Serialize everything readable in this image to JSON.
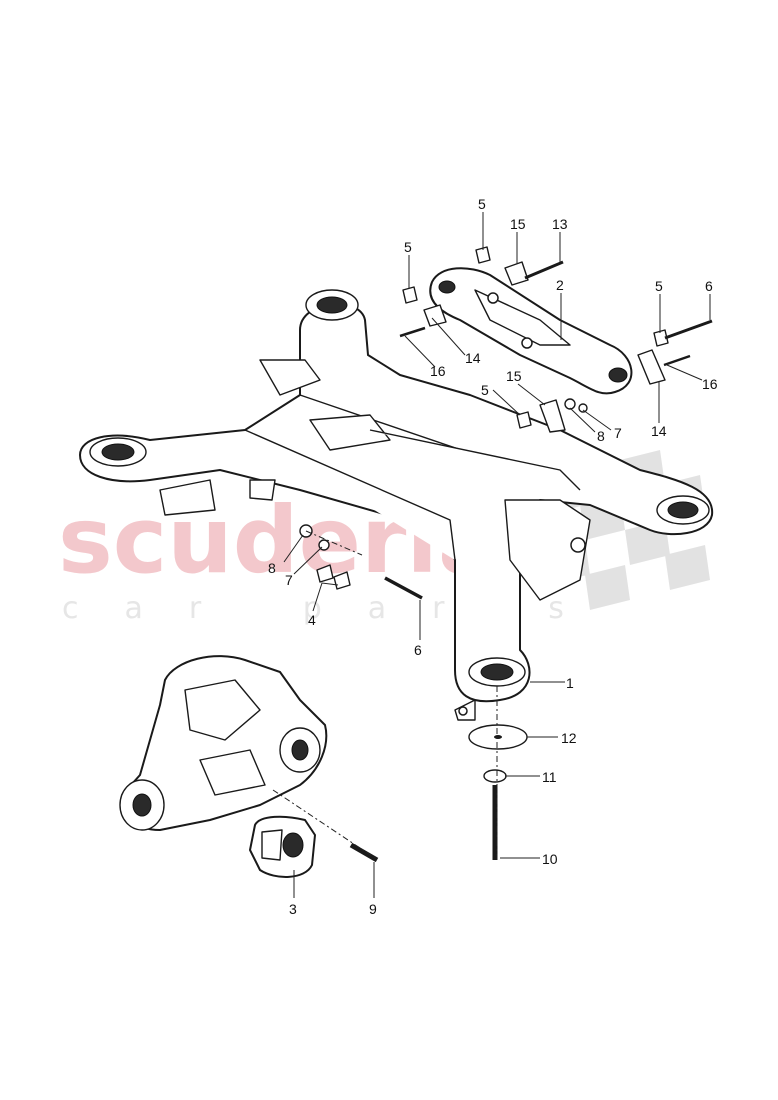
{
  "watermark": {
    "brand": "scuderia",
    "tagline": "car parts"
  },
  "callouts": {
    "c1": "1",
    "c2": "2",
    "c3": "3",
    "c4": "4",
    "c5a": "5",
    "c5b": "5",
    "c5c": "5",
    "c5d": "5",
    "c6a": "6",
    "c6b": "6",
    "c7a": "7",
    "c7b": "7",
    "c8a": "8",
    "c8b": "8",
    "c9": "9",
    "c10": "10",
    "c11": "11",
    "c12": "12",
    "c13": "13",
    "c14a": "14",
    "c14b": "14",
    "c15a": "15",
    "c15b": "15",
    "c16a": "16",
    "c16b": "16"
  }
}
